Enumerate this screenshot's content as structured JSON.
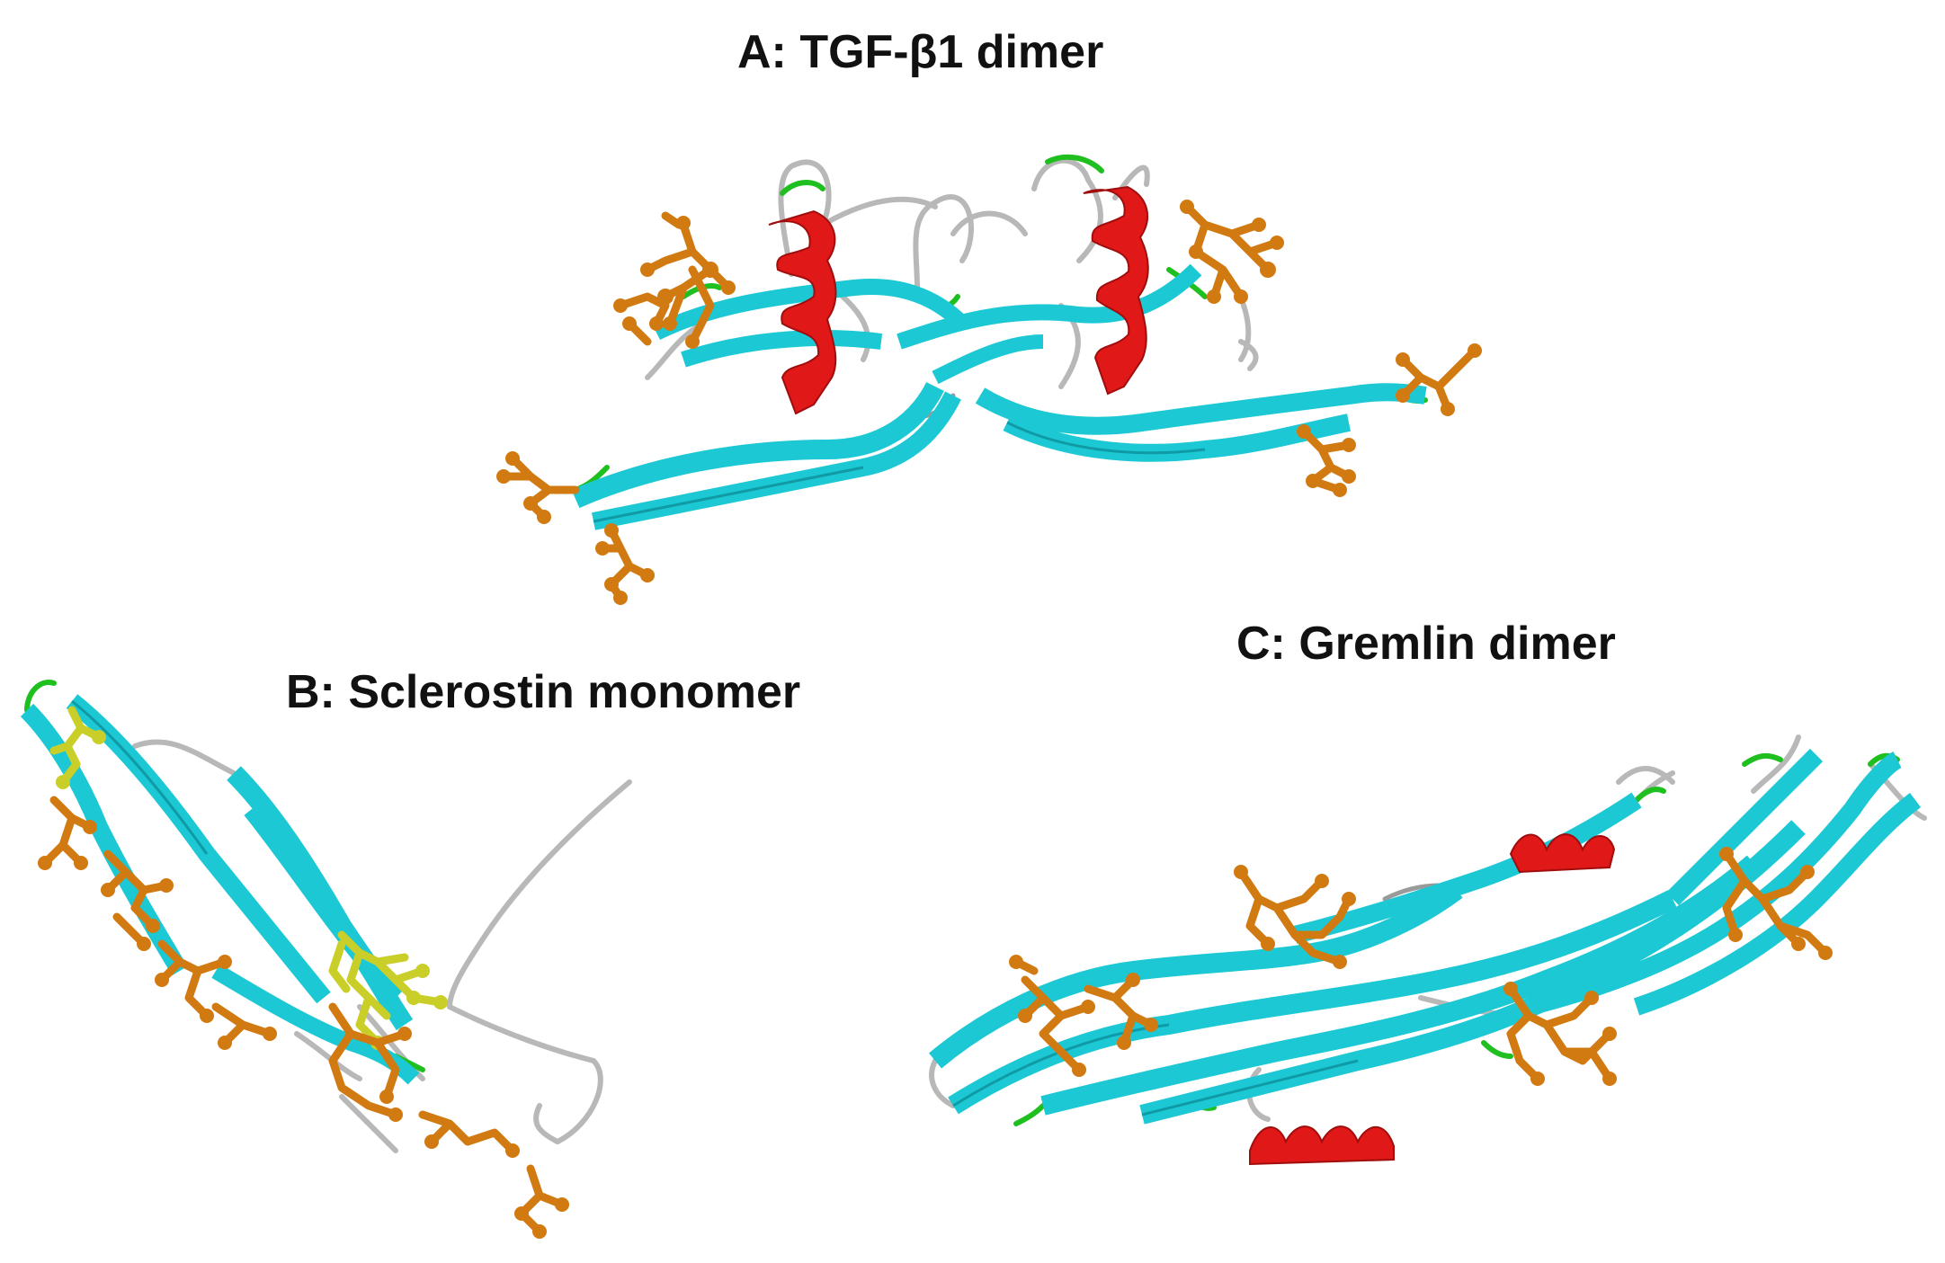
{
  "figure": {
    "panels": [
      {
        "id": "A",
        "title": "A: TGF-β1 dimer"
      },
      {
        "id": "B",
        "title": "B: Sclerostin monomer"
      },
      {
        "id": "C",
        "title": "C: Gremlin dimer"
      }
    ]
  },
  "colors": {
    "beta_strand": "#1cc8d4",
    "alpha_helix": "#e01818",
    "coil": "#b8b8b8",
    "turn": "#1fbf1f",
    "residue_orange": "#d27a12",
    "residue_yellow": "#c9cf28"
  }
}
